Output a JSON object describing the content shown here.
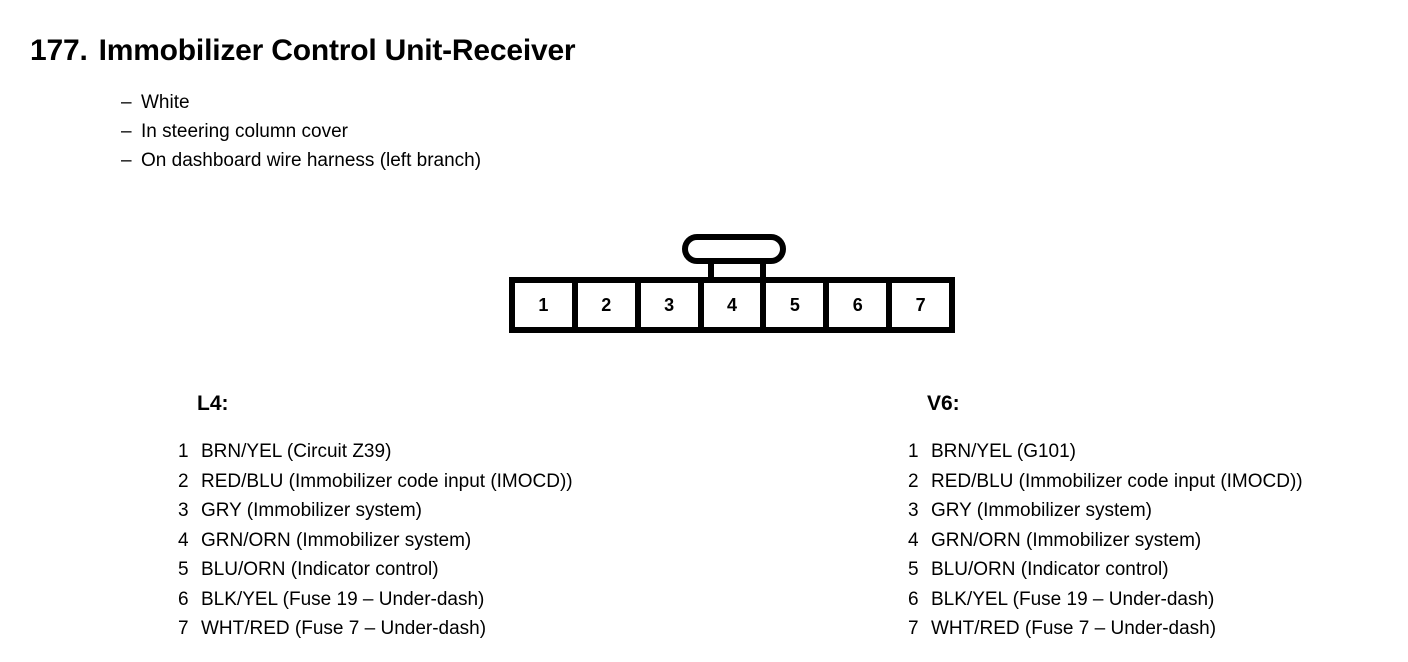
{
  "title": {
    "number": "177.",
    "name": "Immobilizer Control Unit-Receiver"
  },
  "notes": {
    "dash": "–",
    "items": [
      "White",
      "In steering column cover",
      "On dashboard wire harness (left branch)"
    ]
  },
  "connector": {
    "pins": [
      "1",
      "2",
      "3",
      "4",
      "5",
      "6",
      "7"
    ],
    "latch_position_pin": "4"
  },
  "pin_lists": [
    {
      "heading": "L4:",
      "rows": [
        {
          "num": "1",
          "text": "BRN/YEL (Circuit Z39)"
        },
        {
          "num": "2",
          "text": "RED/BLU (Immobilizer code input (IMOCD))"
        },
        {
          "num": "3",
          "text": "GRY (Immobilizer system)"
        },
        {
          "num": "4",
          "text": "GRN/ORN (Immobilizer system)"
        },
        {
          "num": "5",
          "text": "BLU/ORN (Indicator control)"
        },
        {
          "num": "6",
          "text": "BLK/YEL (Fuse 19 – Under-dash)"
        },
        {
          "num": "7",
          "text": "WHT/RED (Fuse 7 – Under-dash)"
        }
      ]
    },
    {
      "heading": "V6:",
      "rows": [
        {
          "num": "1",
          "text": "BRN/YEL (G101)"
        },
        {
          "num": "2",
          "text": "RED/BLU (Immobilizer code input (IMOCD))"
        },
        {
          "num": "3",
          "text": "GRY (Immobilizer system)"
        },
        {
          "num": "4",
          "text": "GRN/ORN (Immobilizer system)"
        },
        {
          "num": "5",
          "text": "BLU/ORN (Indicator control)"
        },
        {
          "num": "6",
          "text": "BLK/YEL (Fuse 19 – Under-dash)"
        },
        {
          "num": "7",
          "text": "WHT/RED (Fuse 7 – Under-dash)"
        }
      ]
    }
  ],
  "colors": {
    "ink": "#000000",
    "paper": "#ffffff"
  }
}
